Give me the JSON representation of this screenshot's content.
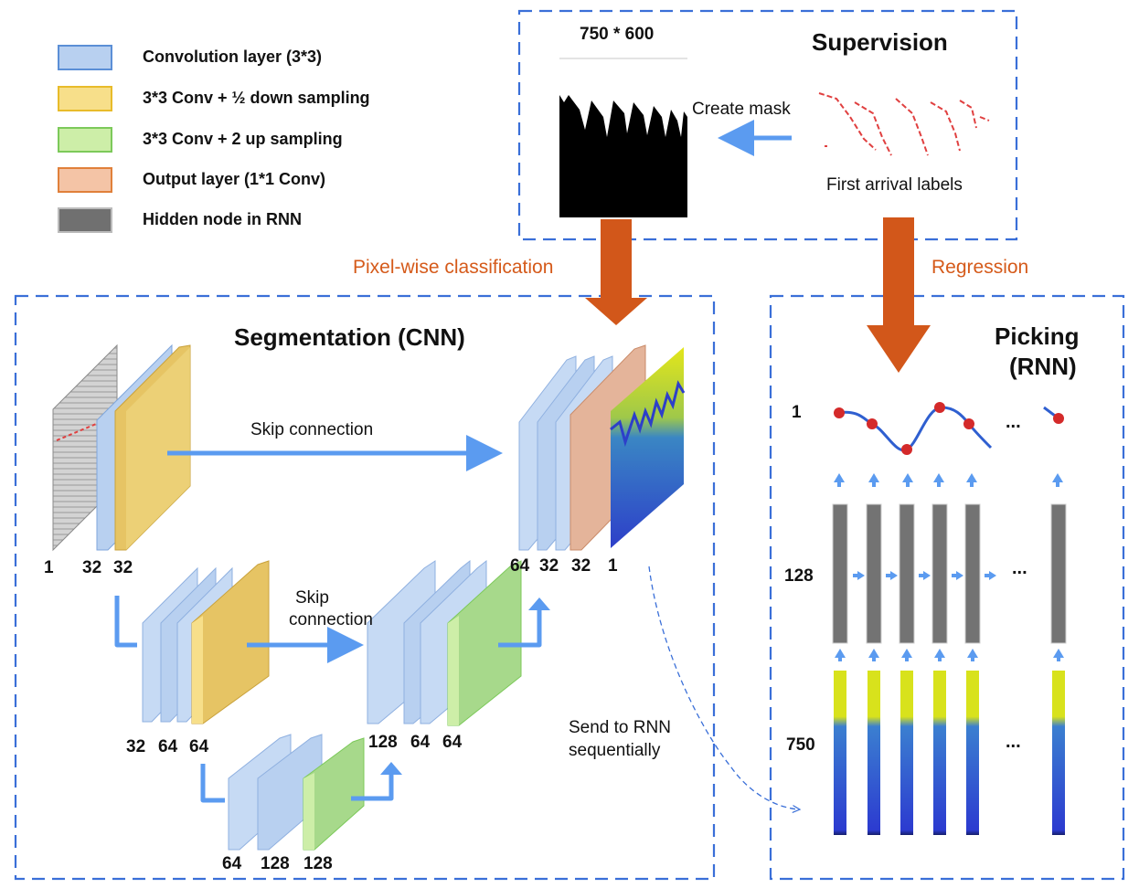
{
  "legend": {
    "items": [
      {
        "label": "Convolution layer (3*3)",
        "fill": "#b8d0f0",
        "stroke": "#5b8fd6"
      },
      {
        "label": "3*3 Conv + ½ down sampling",
        "fill": "#f7df8a",
        "stroke": "#e8bb2a"
      },
      {
        "label": "3*3 Conv + 2 up sampling",
        "fill": "#cdeea8",
        "stroke": "#7cc95a"
      },
      {
        "label": "Output layer (1*1 Conv)",
        "fill": "#f4c4a6",
        "stroke": "#e0803a"
      },
      {
        "label": "Hidden node in RNN",
        "fill": "#707070",
        "stroke": "#bbbbbb"
      }
    ]
  },
  "supervision": {
    "title": "Supervision",
    "size_label": "750 * 600",
    "create_mask": "Create mask",
    "first_arrival": "First arrival labels"
  },
  "arrows": {
    "pixel_wise": "Pixel-wise classification",
    "regression": "Regression"
  },
  "segmentation": {
    "title": "Segmentation (CNN)",
    "skip1": "Skip connection",
    "skip2_line1": "Skip",
    "skip2_line2": "connection",
    "send_line1": "Send to RNN",
    "send_line2": "sequentially",
    "enc1": [
      "1",
      "32",
      "32"
    ],
    "dec1": [
      "64",
      "32",
      "32",
      "1"
    ],
    "enc2": [
      "32",
      "64",
      "64"
    ],
    "dec2": [
      "128",
      "64",
      "64"
    ],
    "bottom": [
      "64",
      "128",
      "128"
    ]
  },
  "picking": {
    "title_line1": "Picking",
    "title_line2": "(RNN)",
    "row_out": "1",
    "row_hidden": "128",
    "row_in": "750",
    "ellipsis": "..."
  },
  "colors": {
    "dashed_border": "#3a6fd8",
    "arrow_blue": "#5b9bf0",
    "arrow_orange": "#d2571a",
    "curve_blue": "#2f5fd0",
    "dot_red": "#d42a2a"
  }
}
